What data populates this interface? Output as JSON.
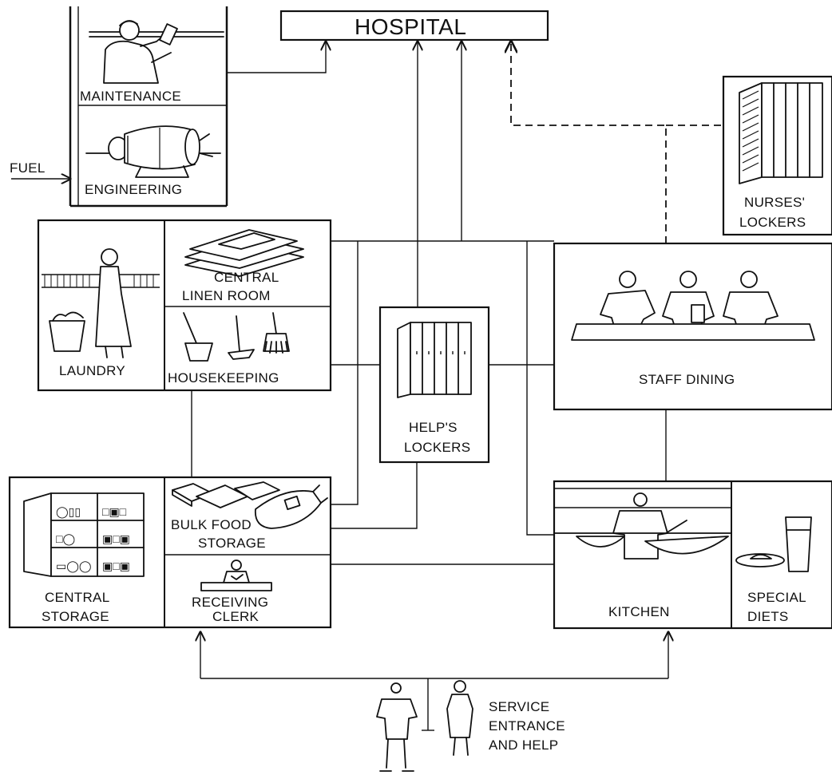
{
  "labels": {
    "hospital": "HOSPITAL",
    "maintenance": "MAINTENANCE",
    "engineering": "ENGINEERING",
    "fuel": "FUEL",
    "nurses_lockers_1": "NURSES'",
    "nurses_lockers_2": "LOCKERS",
    "laundry": "LAUNDRY",
    "central_linen_1": "CENTRAL",
    "central_linen_2": "LINEN  ROOM",
    "housekeeping": "HOUSEKEEPING",
    "helps_lockers_1": "HELP'S",
    "helps_lockers_2": "LOCKERS",
    "staff_dining": "STAFF  DINING",
    "central_storage_1": "CENTRAL",
    "central_storage_2": "STORAGE",
    "bulk_food_1": "BULK FOOD",
    "bulk_food_2": "STORAGE",
    "receiving_clerk_1": "RECEIVING",
    "receiving_clerk_2": "CLERK",
    "kitchen": "KITCHEN",
    "special_diets_1": "SPECIAL",
    "special_diets_2": "DIETS",
    "service_1": "SERVICE",
    "service_2": "ENTRANCE",
    "service_3": "AND   HELP"
  },
  "icons": [
    "maintenance-worker-icon",
    "engine-generator-icon",
    "lockers-icon",
    "laundry-worker-icon",
    "folded-linen-icon",
    "cleaning-tools-icon",
    "staff-dining-people-icon",
    "storage-shelves-icon",
    "food-sacks-icon",
    "clerk-desk-icon",
    "cook-with-bowls-icon",
    "plate-and-glass-icon",
    "service-people-icon"
  ]
}
